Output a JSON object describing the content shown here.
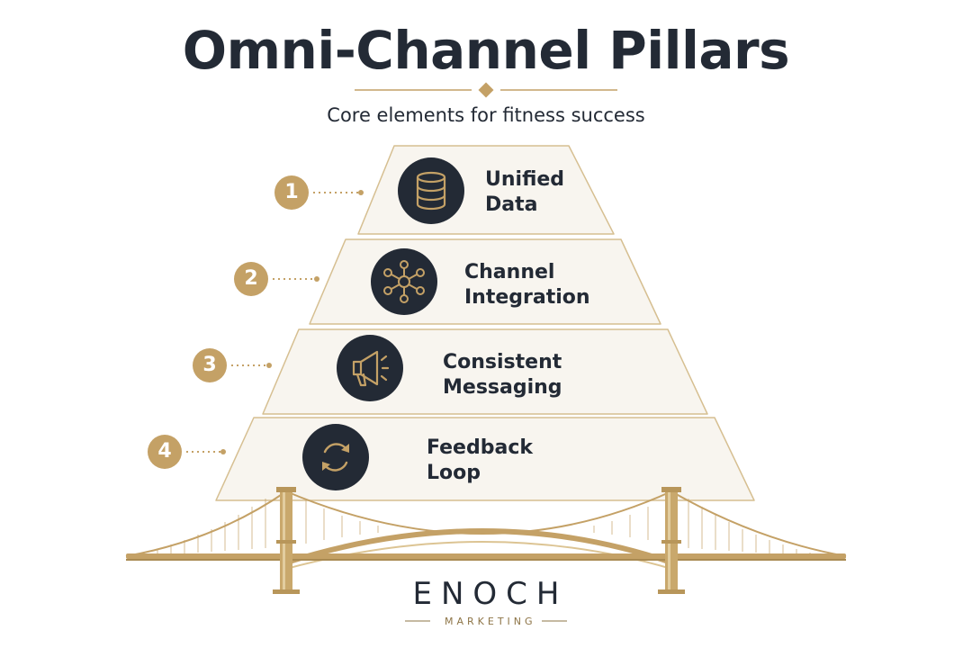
{
  "header": {
    "title": "Omni-Channel Pillars",
    "subtitle": "Core elements for fitness success"
  },
  "pillars": [
    {
      "number": "1",
      "line1": "Unified",
      "line2": "Data",
      "icon": "database-icon"
    },
    {
      "number": "2",
      "line1": "Channel",
      "line2": "Integration",
      "icon": "network-hub-icon"
    },
    {
      "number": "3",
      "line1": "Consistent",
      "line2": "Messaging",
      "icon": "megaphone-icon"
    },
    {
      "number": "4",
      "line1": "Feedback",
      "line2": "Loop",
      "icon": "refresh-cycle-icon"
    }
  ],
  "footer": {
    "brand": "ENOCH",
    "brand_sub": "MARKETING",
    "illustration": "suspension-bridge"
  },
  "colors": {
    "gold": "#c4a166",
    "dark": "#232a35",
    "tier_fill": "#f8f5ef",
    "tier_border": "#d6bf91"
  }
}
